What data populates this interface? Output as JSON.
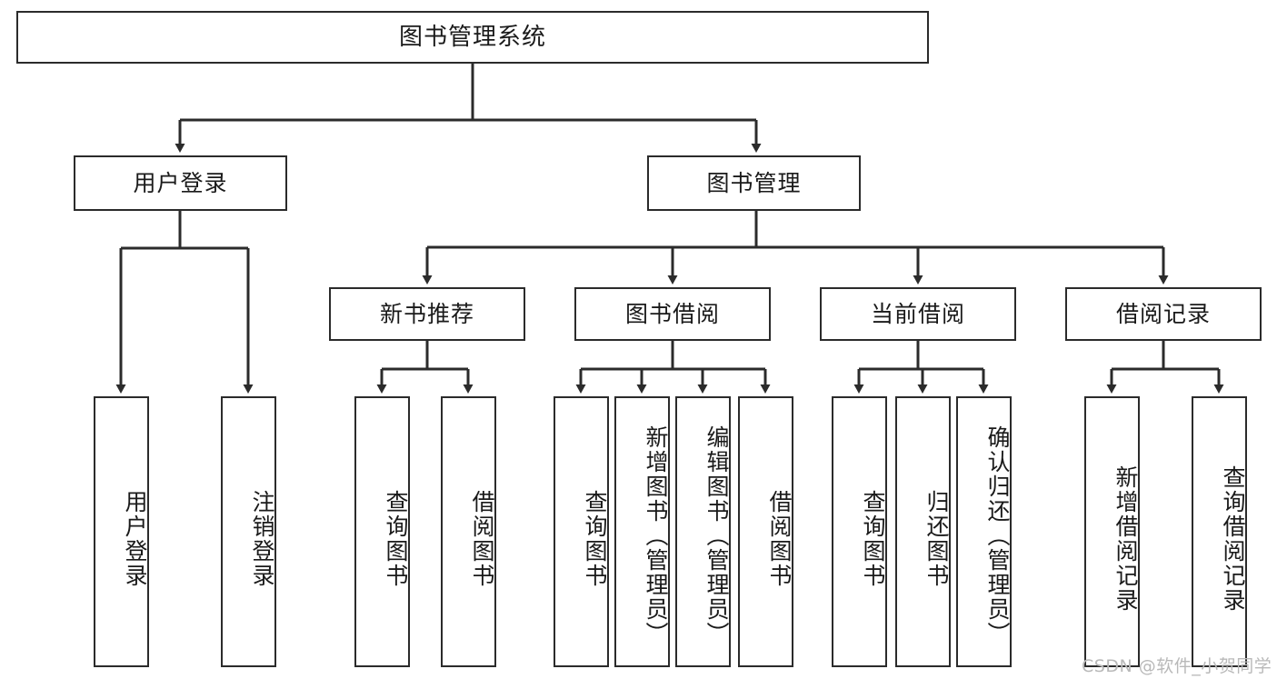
{
  "diagram": {
    "type": "tree-hierarchy",
    "title": "图书管理系统",
    "watermark": "CSDN @软件_小贺同学",
    "colors": {
      "box_border": "#2b2b2b",
      "box_fill": "#ffffff",
      "edge": "#2b2b2b",
      "text": "#1a1a1a",
      "watermark": "#b9b9b9",
      "background": "#ffffff"
    }
  },
  "nodes": {
    "root": {
      "label": "图书管理系统"
    },
    "level2": [
      {
        "id": "user-login",
        "label": "用户登录"
      },
      {
        "id": "book-management",
        "label": "图书管理"
      }
    ],
    "level3": [
      {
        "id": "new-book-recommend",
        "label": "新书推荐"
      },
      {
        "id": "book-borrow",
        "label": "图书借阅"
      },
      {
        "id": "current-borrow",
        "label": "当前借阅"
      },
      {
        "id": "borrow-record",
        "label": "借阅记录"
      }
    ],
    "leaves": {
      "user_login": [
        {
          "id": "leaf-user-login",
          "label": "用户登录"
        },
        {
          "id": "leaf-logout-login",
          "label": "注销登录"
        }
      ],
      "new_book_recommend": [
        {
          "id": "leaf-query-book-1",
          "label": "查询图书"
        },
        {
          "id": "leaf-borrow-book-1",
          "label": "借阅图书"
        }
      ],
      "book_borrow": [
        {
          "id": "leaf-query-book-2",
          "label": "查询图书"
        },
        {
          "id": "leaf-add-book",
          "label": "新增图书（管理员）"
        },
        {
          "id": "leaf-edit-book",
          "label": "编辑图书（管理员）"
        },
        {
          "id": "leaf-borrow-book-2",
          "label": "借阅图书"
        }
      ],
      "current_borrow": [
        {
          "id": "leaf-query-book-3",
          "label": "查询图书"
        },
        {
          "id": "leaf-return-book",
          "label": "归还图书"
        },
        {
          "id": "leaf-confirm-return",
          "label": "确认归还（管理员）"
        }
      ],
      "borrow_record": [
        {
          "id": "leaf-add-record",
          "label": "新增借阅记录"
        },
        {
          "id": "leaf-query-record",
          "label": "查询借阅记录"
        }
      ]
    }
  }
}
